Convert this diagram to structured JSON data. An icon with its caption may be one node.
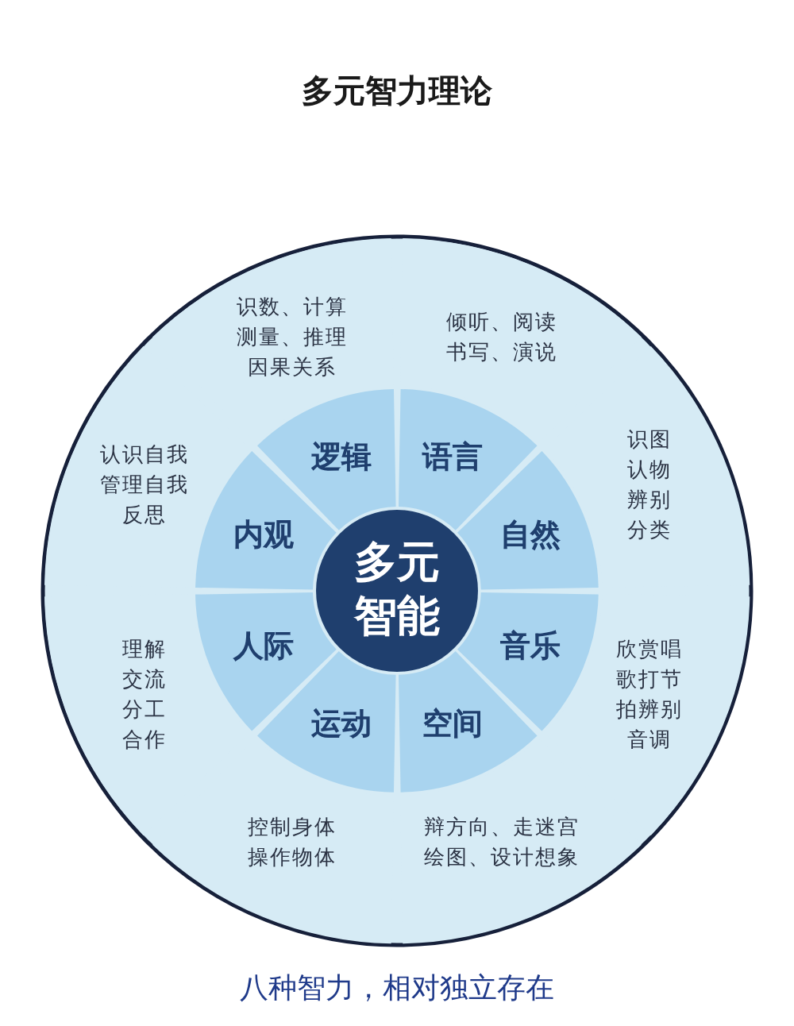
{
  "diagram": {
    "title": "多元智力理论",
    "caption": "八种智力，相对独立存在",
    "nodes": [
      {
        "text": [
          "多元智能"
        ]
      },
      {
        "text": [
          "逻辑"
        ]
      },
      {
        "text": [
          "语言"
        ]
      },
      {
        "text": [
          "自然"
        ]
      },
      {
        "text": [
          "音乐"
        ]
      },
      {
        "text": [
          "空间"
        ]
      },
      {
        "text": [
          "运动"
        ]
      },
      {
        "text": [
          "人际"
        ]
      },
      {
        "text": [
          "内观"
        ]
      },
      {
        "text": [
          "识数、计算测量、推理因果关系"
        ]
      },
      {
        "text": [
          "倾听、阅读书写、演说"
        ]
      },
      {
        "text": [
          "识图认物辨别分类"
        ]
      },
      {
        "text": [
          "欣赏唱歌打节拍辨别音调"
        ]
      },
      {
        "text": [
          "辩方向、走迷宫绘图、设计想象"
        ]
      },
      {
        "text": [
          "控制身体操作物体"
        ]
      },
      {
        "text": [
          "理解交流分工合作"
        ]
      },
      {
        "text": [
          "认识自我管理自我反思"
        ]
      }
    ],
    "edges": []
  }
}
